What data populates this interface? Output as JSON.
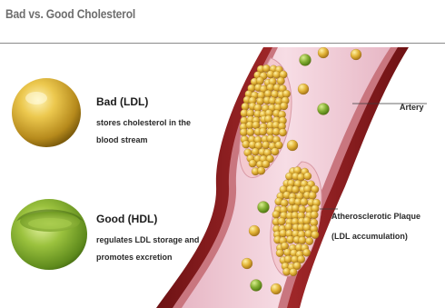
{
  "title": "Bad vs. Good Cholesterol",
  "ldl": {
    "heading": "Bad (LDL)",
    "desc_line1": "stores cholesterol in the",
    "desc_line2": "blood stream"
  },
  "hdl": {
    "heading": "Good (HDL)",
    "desc_line1": "regulates LDL storage and",
    "desc_line2": "promotes excretion"
  },
  "labels": {
    "artery": "Artery",
    "plaque": "Atherosclerotic Plaque",
    "plaque_sub": "(LDL accumulation)"
  },
  "colors": {
    "ldl": "#e6b63a",
    "hdl": "#7ea834",
    "artery_wall": "#8e1b1e",
    "lumen": "#f2cdd8"
  }
}
